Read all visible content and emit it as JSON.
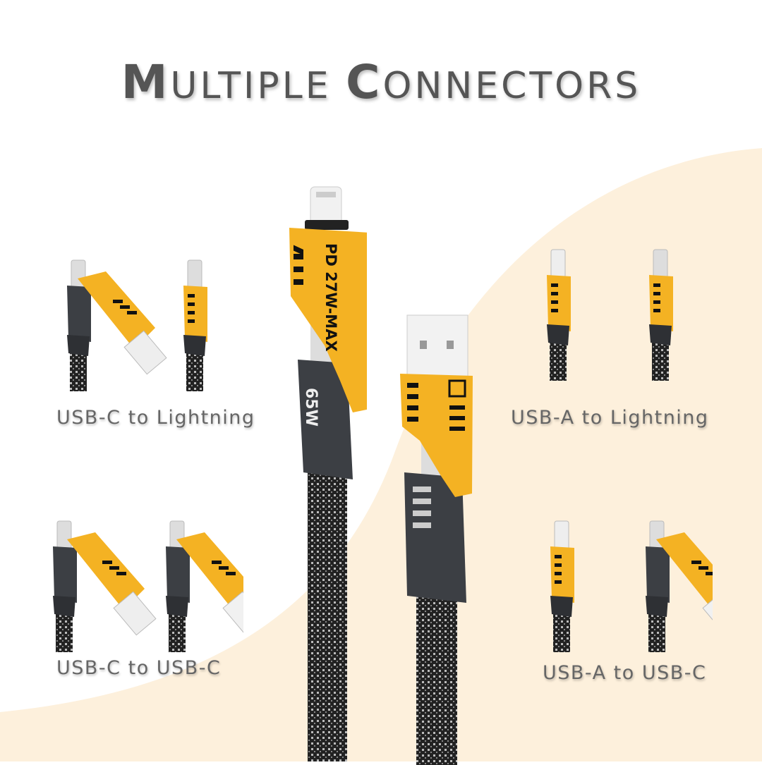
{
  "title": {
    "first_initial": "M",
    "first_rest": "ULTIPLE ",
    "second_initial": "C",
    "second_rest": "ONNECTORS"
  },
  "main_cable": {
    "lightning_sleeve_text": "PD 27W-MAX",
    "c_body_text": "65W"
  },
  "options": [
    {
      "label": "USB-C to Lightning"
    },
    {
      "label": "USB-A to Lightning"
    },
    {
      "label": "USB-C to USB-C"
    },
    {
      "label": "USB-A to USB-C"
    }
  ],
  "colors": {
    "accent_yellow": "#f4b223",
    "body_dark": "#3c3f44",
    "background_beige": "#fdf0dc",
    "text_gray": "#666666"
  }
}
